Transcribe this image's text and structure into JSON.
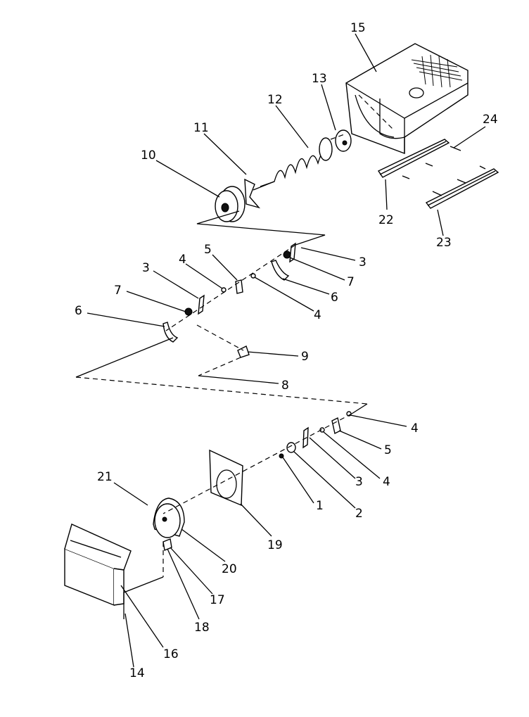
{
  "callouts": [
    "1",
    "2",
    "3",
    "4",
    "5",
    "6",
    "7",
    "8",
    "9",
    "10",
    "11",
    "12",
    "13",
    "14",
    "15",
    "16",
    "17",
    "18",
    "19",
    "20",
    "21",
    "22",
    "23",
    "24"
  ],
  "repeated_labels": {
    "3": [
      "3",
      "3",
      "3"
    ],
    "4": [
      "4",
      "4",
      "4",
      "4"
    ],
    "5": [
      "5",
      "5"
    ],
    "6": [
      "6",
      "6"
    ],
    "7": [
      "7",
      "7"
    ]
  }
}
